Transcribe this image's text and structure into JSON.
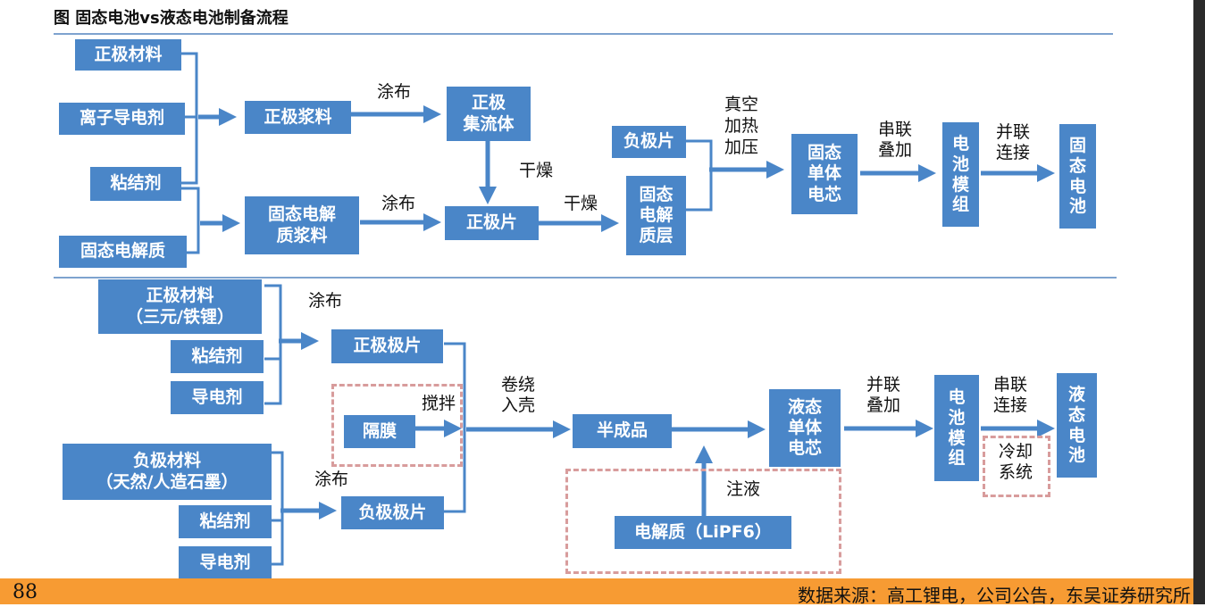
{
  "title": "图  固态电池vs液态电池制备流程",
  "top": {
    "inputs": [
      "正极材料",
      "离子导电剂",
      "粘结剂",
      "固态电解质"
    ],
    "cathode_slurry": "正极浆料",
    "coat_label_1": "涂布",
    "collector": "正极\n集流体",
    "electrolyte_slurry": "固态电解\n质浆料",
    "coat_label_2": "涂布",
    "dry_label_1": "干燥",
    "cathode_sheet": "正极片",
    "dry_label_2": "干燥",
    "anode_sheet": "负极片",
    "solid_layer": "固态\n电解\n质层",
    "vacuum_label": "真空\n加热\n加压",
    "solid_cell": "固态\n单体\n电芯",
    "series_label": "串联\n叠加",
    "module": "电\n池\n模\n组",
    "parallel_label": "并联\n连接",
    "solid_battery": "固\n态\n电\n池"
  },
  "bottom": {
    "cathode_material": "正极材料\n（三元/铁锂）",
    "binder_1": "粘结剂",
    "conductive_1": "导电剂",
    "coat_label_1": "涂布",
    "cathode_sheet": "正极极片",
    "separator": "隔膜",
    "stir_label": "搅拌",
    "anode_material": "负极材料\n（天然/人造石墨）",
    "binder_2": "粘结剂",
    "conductive_2": "导电剂",
    "coat_label_2": "涂布",
    "anode_sheet": "负极极片",
    "wind_label": "卷绕\n入壳",
    "semi_product": "半成品",
    "electrolyte": "电解质（LiPF6）",
    "inject_label": "注液",
    "liquid_cell": "液态\n单体\n电芯",
    "parallel_label": "并联\n叠加",
    "module": "电\n池\n模\n组",
    "series_label": "串联\n连接",
    "cooling": "冷却\n系统",
    "liquid_battery": "液\n态\n电\n池"
  },
  "footer": {
    "page_number": "88",
    "source": "数据来源：高工锂电，公司公告，东吴证券研究所"
  },
  "colors": {
    "box": "#4a86c8",
    "arrow": "#4a86c8",
    "dash": "#d89c9c",
    "footer": "#f79b33",
    "rule": "#7ea3cf"
  }
}
